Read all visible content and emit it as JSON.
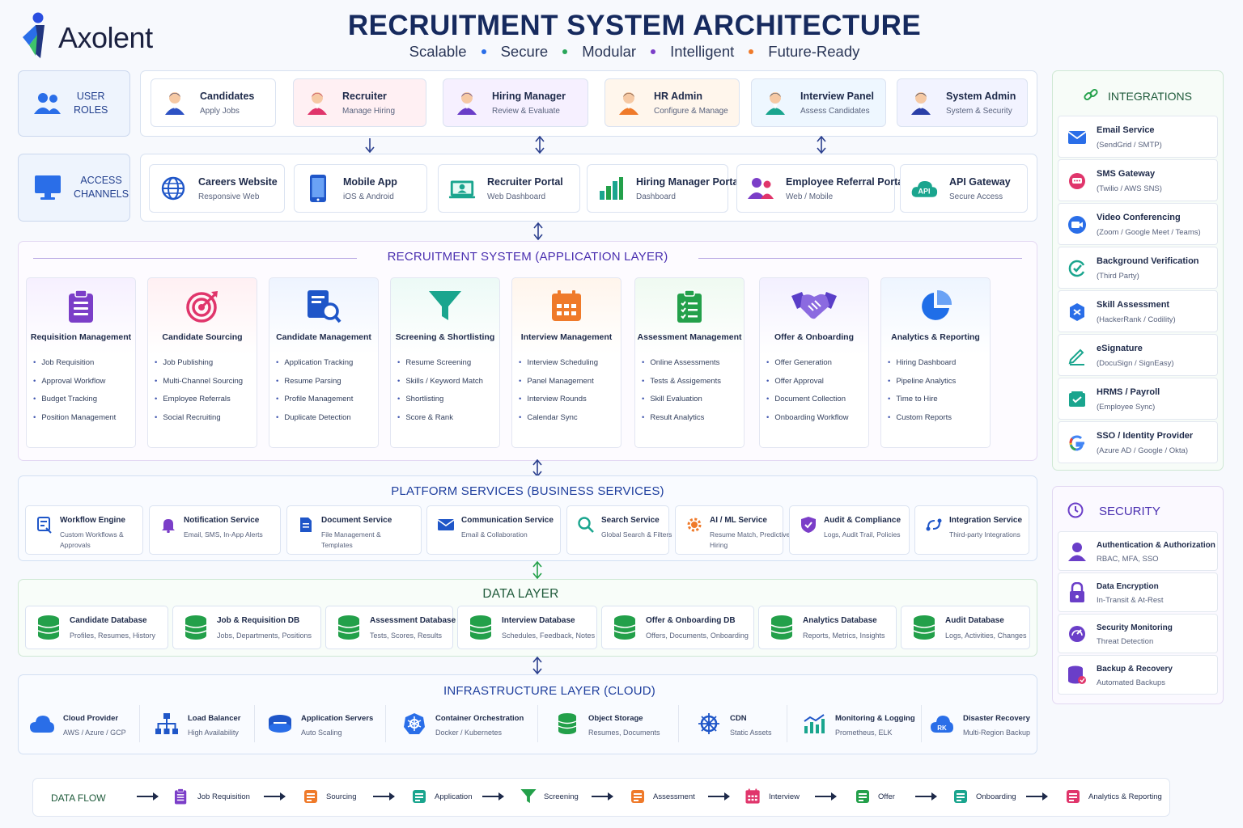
{
  "brand": {
    "name": "Axolent"
  },
  "title": "RECRUITMENT SYSTEM ARCHITECTURE",
  "tagline": {
    "words": [
      "Scalable",
      "Secure",
      "Modular",
      "Intelligent",
      "Future-Ready"
    ],
    "dot_colors": [
      "#2a6ee8",
      "#2aa65a",
      "#7b3ec8",
      "#ef7a2a"
    ]
  },
  "user_roles": {
    "label_line1": "USER",
    "label_line2": "ROLES",
    "items": [
      {
        "title": "Candidates",
        "sub": "Apply Jobs",
        "icon": "candidate-avatar-icon",
        "bg": "#ffffff"
      },
      {
        "title": "Recruiter",
        "sub": "Manage Hiring",
        "icon": "recruiter-avatar-icon",
        "bg": "#fff0f3"
      },
      {
        "title": "Hiring Manager",
        "sub": "Review & Evaluate",
        "icon": "hiring-manager-avatar-icon",
        "bg": "#f6f0ff"
      },
      {
        "title": "HR Admin",
        "sub": "Configure & Manage",
        "icon": "hr-admin-avatar-icon",
        "bg": "#fff6ec"
      },
      {
        "title": "Interview Panel",
        "sub": "Assess Candidates",
        "icon": "interview-panel-avatar-icon",
        "bg": "#eef7ff"
      },
      {
        "title": "System Admin",
        "sub": "System & Security",
        "icon": "system-admin-avatar-icon",
        "bg": "#f2f3ff"
      }
    ]
  },
  "access_channels": {
    "label_line1": "ACCESS",
    "label_line2": "CHANNELS",
    "items": [
      {
        "title": "Careers Website",
        "sub": "Responsive Web",
        "icon": "globe-icon"
      },
      {
        "title": "Mobile App",
        "sub": "iOS & Android",
        "icon": "mobile-phone-icon"
      },
      {
        "title": "Recruiter Portal",
        "sub": "Web Dashboard",
        "icon": "recruiter-portal-icon"
      },
      {
        "title": "Hiring Manager Portal",
        "sub": "Dashboard",
        "icon": "bar-chart-icon"
      },
      {
        "title": "Employee Referral Portal",
        "sub": "Web / Mobile",
        "icon": "referral-users-icon"
      },
      {
        "title": "API Gateway",
        "sub": "Secure Access",
        "icon": "api-cloud-icon",
        "icon_text": "API"
      }
    ]
  },
  "application_layer": {
    "title": "RECRUITMENT SYSTEM (APPLICATION LAYER)",
    "modules": [
      {
        "title": "Requisition Management",
        "icon": "clipboard-icon",
        "color": "#7b3ec8",
        "tint": "#f6f0ff",
        "items": [
          "Job Requisition",
          "Approval Workflow",
          "Budget Tracking",
          "Position Management"
        ]
      },
      {
        "title": "Candidate Sourcing",
        "icon": "target-icon",
        "color": "#e0356b",
        "tint": "#fff0f3",
        "items": [
          "Job Publishing",
          "Multi-Channel Sourcing",
          "Employee Referrals",
          "Social Recruiting"
        ]
      },
      {
        "title": "Candidate Management",
        "icon": "document-search-icon",
        "color": "#1f56c8",
        "tint": "#eef4ff",
        "items": [
          "Application Tracking",
          "Resume Parsing",
          "Profile Management",
          "Duplicate Detection"
        ]
      },
      {
        "title": "Screening & Shortlisting",
        "icon": "funnel-icon",
        "color": "#1aa58e",
        "tint": "#ecfaf6",
        "items": [
          "Resume Screening",
          "Skills / Keyword Match",
          "Shortlisting",
          "Score & Rank"
        ]
      },
      {
        "title": "Interview Management",
        "icon": "calendar-icon",
        "color": "#ef7a2a",
        "tint": "#fff5ec",
        "items": [
          "Interview Scheduling",
          "Panel Management",
          "Interview Rounds",
          "Calendar Sync"
        ]
      },
      {
        "title": "Assessment Management",
        "icon": "checklist-icon",
        "color": "#23a04a",
        "tint": "#effaf1",
        "items": [
          "Online Assessments",
          "Tests & Assigements",
          "Skill Evaluation",
          "Result Analytics"
        ]
      },
      {
        "title": "Offer & Onboarding",
        "icon": "handshake-icon",
        "color": "#5a3ec8",
        "tint": "#f3f0ff",
        "items": [
          "Offer Generation",
          "Offer Approval",
          "Document Collection",
          "Onboarding Workflow"
        ]
      },
      {
        "title": "Analytics & Reporting",
        "icon": "pie-chart-icon",
        "color": "#1f6ee8",
        "tint": "#eef5ff",
        "items": [
          "Hiring Dashboard",
          "Pipeline Analytics",
          "Time to Hire",
          "Custom Reports"
        ]
      }
    ]
  },
  "platform_services": {
    "title": "PLATFORM SERVICES (BUSINESS SERVICES)",
    "items": [
      {
        "title": "Workflow Engine",
        "sub": "Custom Workflows & Approvals",
        "icon": "workflow-icon"
      },
      {
        "title": "Notification Service",
        "sub": "Email, SMS, In-App Alerts",
        "icon": "bell-icon"
      },
      {
        "title": "Document Service",
        "sub": "File Management & Templates",
        "icon": "document-icon"
      },
      {
        "title": "Communication Service",
        "sub": "Email & Collaboration",
        "icon": "envelope-icon"
      },
      {
        "title": "Search Service",
        "sub": "Global Search & Filters",
        "icon": "search-icon"
      },
      {
        "title": "AI / ML Service",
        "sub": "Resume Match, Predictive Hiring",
        "icon": "ai-gear-icon"
      },
      {
        "title": "Audit & Compliance",
        "sub": "Logs, Audit Trail, Policies",
        "icon": "shield-check-icon"
      },
      {
        "title": "Integration Service",
        "sub": "Third-party Integrations",
        "icon": "link-nodes-icon"
      }
    ]
  },
  "data_layer": {
    "title": "DATA LAYER",
    "items": [
      {
        "title": "Candidate Database",
        "sub": "Profiles, Resumes, History"
      },
      {
        "title": "Job & Requisition DB",
        "sub": "Jobs, Departments, Positions"
      },
      {
        "title": "Assessment Database",
        "sub": "Tests, Scores, Results"
      },
      {
        "title": "Interview Database",
        "sub": "Schedules, Feedback, Notes"
      },
      {
        "title": "Offer & Onboarding DB",
        "sub": "Offers, Documents, Onboarding"
      },
      {
        "title": "Analytics Database",
        "sub": "Reports, Metrics, Insights"
      },
      {
        "title": "Audit Database",
        "sub": "Logs, Activities, Changes"
      }
    ]
  },
  "infrastructure": {
    "title": "INFRASTRUCTURE LAYER (CLOUD)",
    "items": [
      {
        "title": "Cloud Provider",
        "sub": "AWS / Azure / GCP",
        "icon": "cloud-icon"
      },
      {
        "title": "Load Balancer",
        "sub": "High Availability",
        "icon": "network-tree-icon"
      },
      {
        "title": "Application Servers",
        "sub": "Auto Scaling",
        "icon": "server-stack-icon"
      },
      {
        "title": "Container Orchestration",
        "sub": "Docker / Kubernetes",
        "icon": "kubernetes-icon"
      },
      {
        "title": "Object Storage",
        "sub": "Resumes, Documents",
        "icon": "storage-icon"
      },
      {
        "title": "CDN",
        "sub": "Static Assets",
        "icon": "cdn-wheel-icon"
      },
      {
        "title": "Monitoring & Logging",
        "sub": "Prometheus, ELK",
        "icon": "monitoring-chart-icon"
      },
      {
        "title": "Disaster Recovery",
        "sub": "Multi-Region Backup",
        "icon": "backup-cloud-icon"
      }
    ]
  },
  "integrations": {
    "title": "INTEGRATIONS",
    "items": [
      {
        "title": "Email Service",
        "sub": "(SendGrid / SMTP)",
        "icon": "email-icon"
      },
      {
        "title": "SMS Gateway",
        "sub": "(Twilio / AWS SNS)",
        "icon": "sms-icon"
      },
      {
        "title": "Video Conferencing",
        "sub": "(Zoom / Google Meet / Teams)",
        "icon": "video-icon"
      },
      {
        "title": "Background Verification",
        "sub": "(Third Party)",
        "icon": "verification-icon"
      },
      {
        "title": "Skill Assessment",
        "sub": "(HackerRank / Codility)",
        "icon": "code-badge-icon"
      },
      {
        "title": "eSignature",
        "sub": "(DocuSign / SignEasy)",
        "icon": "pen-icon"
      },
      {
        "title": "HRMS / Payroll",
        "sub": "(Employee Sync)",
        "icon": "payroll-icon"
      },
      {
        "title": "SSO / Identity Provider",
        "sub": "(Azure AD / Google / Okta)",
        "icon": "google-icon"
      }
    ]
  },
  "security": {
    "title": "SECURITY",
    "items": [
      {
        "title": "Authentication & Authorization",
        "sub": "RBAC, MFA, SSO",
        "icon": "user-auth-icon"
      },
      {
        "title": "Data Encryption",
        "sub": "In-Transit & At-Rest",
        "icon": "lock-icon"
      },
      {
        "title": "Security Monitoring",
        "sub": "Threat Detection",
        "icon": "monitor-gauge-icon"
      },
      {
        "title": "Backup & Recovery",
        "sub": "Automated Backups",
        "icon": "backup-db-icon"
      }
    ]
  },
  "data_flow": {
    "label": "DATA FLOW",
    "steps": [
      {
        "label": "Job Requisition",
        "icon": "clipboard-icon",
        "color": "#7b3ec8"
      },
      {
        "label": "Sourcing",
        "icon": "sourcing-icon",
        "color": "#ef7a2a"
      },
      {
        "label": "Application",
        "icon": "application-icon",
        "color": "#1aa58e"
      },
      {
        "label": "Screening",
        "icon": "funnel-icon",
        "color": "#23a04a"
      },
      {
        "label": "Assessment",
        "icon": "assessment-icon",
        "color": "#ef7a2a"
      },
      {
        "label": "Interview",
        "icon": "calendar-icon",
        "color": "#e0356b"
      },
      {
        "label": "Offer",
        "icon": "offer-icon",
        "color": "#23a04a"
      },
      {
        "label": "Onboarding",
        "icon": "onboarding-icon",
        "color": "#1aa58e"
      },
      {
        "label": "Analytics & Reporting",
        "icon": "report-icon",
        "color": "#e0356b"
      }
    ]
  }
}
